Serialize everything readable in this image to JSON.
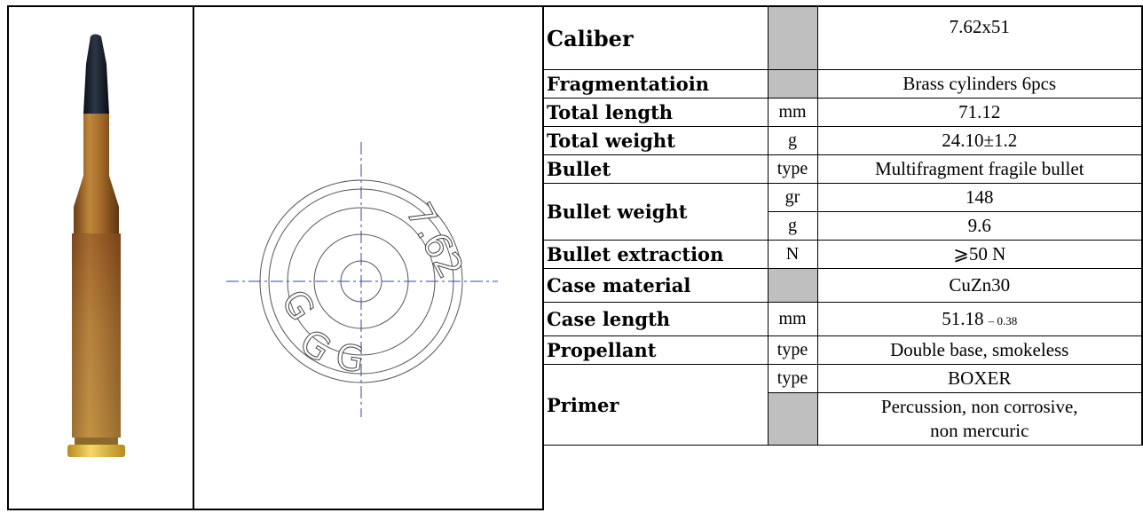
{
  "specs": {
    "caliber": {
      "label": "Caliber",
      "unit": "",
      "value": "7.62x51"
    },
    "fragmentation": {
      "label": "Fragmentatioin",
      "unit": "",
      "value": "Brass cylinders 6pcs"
    },
    "total_length": {
      "label": "Total length",
      "unit": "mm",
      "value": "71.12"
    },
    "total_weight": {
      "label": "Total weight",
      "unit": "g",
      "value": "24.10±1.2"
    },
    "bullet": {
      "label": "Bullet",
      "unit": "type",
      "value": "Multifragment fragile bullet"
    },
    "bullet_weight": {
      "label": "Bullet weight",
      "unit_1": "gr",
      "value_1": "148",
      "unit_2": "g",
      "value_2": "9.6"
    },
    "bullet_extraction": {
      "label": "Bullet extraction",
      "unit": "N",
      "value": "⩾50 N"
    },
    "case_material": {
      "label": "Case material",
      "unit": "",
      "value": "CuZn30"
    },
    "case_length": {
      "label": "Case length",
      "unit": "mm",
      "value": "51.18",
      "tolerance": "– 0.38"
    },
    "propellant": {
      "label": "Propellant",
      "unit": "type",
      "value": "Double base, smokeless"
    },
    "primer": {
      "label": "Primer",
      "unit_1": "type",
      "value_1": "BOXER",
      "value_2_line1": "Percussion, non corrosive,",
      "value_2_line2": "non mercuric"
    }
  },
  "drawing": {
    "headstamp_caliber": "7.62",
    "headstamp_marks": [
      "G",
      "G",
      "G"
    ]
  },
  "colors": {
    "shaded_cell": "#bfbfbf",
    "bullet_tip": "#1a2230",
    "case_brass": "#a8752e",
    "rim_brass": "#e8c04a"
  }
}
